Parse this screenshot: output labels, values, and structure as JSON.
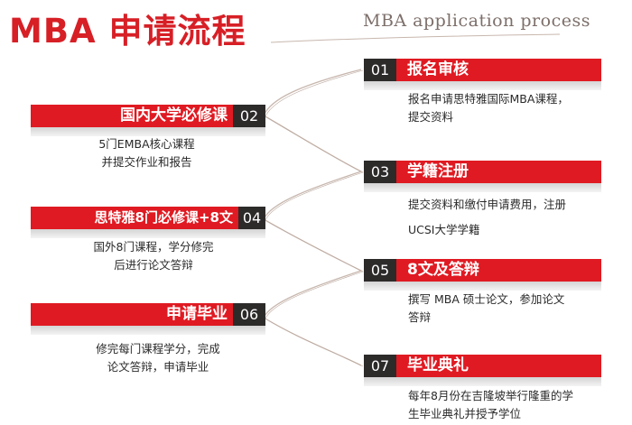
{
  "header": {
    "title": "MBA 申请流程",
    "subtitle": "MBA application process"
  },
  "steps": [
    {
      "num": "01",
      "label": "报名审核",
      "desc": [
        "报名申请思特雅国际MBA课程，",
        "提交资料"
      ]
    },
    {
      "num": "02",
      "label": "国内大学必修课",
      "desc": [
        "5门EMBA核心课程",
        "并提交作业和报告"
      ]
    },
    {
      "num": "03",
      "label": "学籍注册",
      "desc": [
        "提交资料和缴付申请费用，注册",
        "UCSI大学学籍"
      ]
    },
    {
      "num": "04",
      "label": "思特雅8门必修课+8文",
      "desc": [
        "国外8门课程，学分修完",
        "后进行论文答辩"
      ]
    },
    {
      "num": "05",
      "label": "8文及答辩",
      "desc": [
        "撰写 MBA 硕士论文，参加论文",
        "答辩"
      ]
    },
    {
      "num": "06",
      "label": "申请毕业",
      "desc": [
        "修完每门课程学分，完成",
        "论文答辩，申请毕业"
      ]
    },
    {
      "num": "07",
      "label": "毕业典礼",
      "desc": [
        "每年8月份在吉隆坡举行隆重的学",
        "生毕业典礼并授予学位"
      ]
    }
  ],
  "colors": {
    "accent_red": "#e01a22",
    "number_box": "#2d2a2a",
    "title_red": "#d71f26",
    "connector": "#c8b7ae"
  }
}
